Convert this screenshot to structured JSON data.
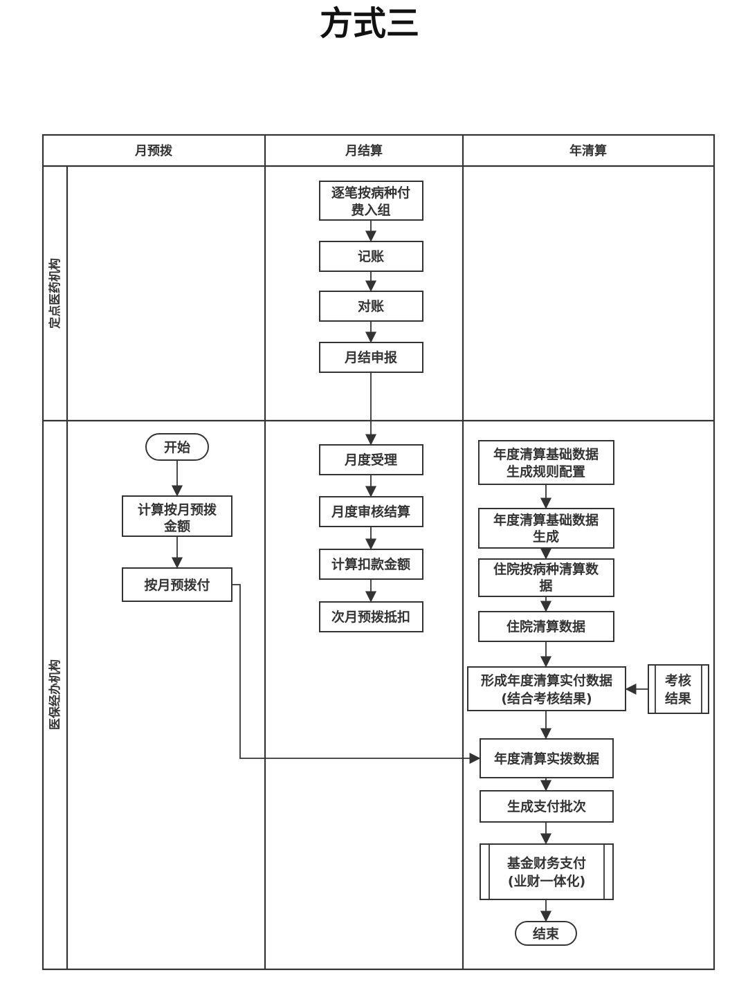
{
  "title": "方式三",
  "columns": [
    "月预拨",
    "月结算",
    "年清算"
  ],
  "lanes": [
    "定点医药机构",
    "医保经办机构"
  ],
  "nodes": {
    "start": "开始",
    "calc_prealloc": [
      "计算按月预拨",
      "金额"
    ],
    "monthly_prepay": "按月预拨付",
    "entry": [
      "逐笔按病种付",
      "费入组"
    ],
    "bookkeeping": "记账",
    "reconcile": "对账",
    "monthly_declare": "月结申报",
    "monthly_accept": "月度受理",
    "monthly_audit": "月度审核结算",
    "calc_deduction": "计算扣款金额",
    "next_month_deduct": "次月预拨抵扣",
    "rule_config": [
      "年度清算基础数据",
      "生成规则配置"
    ],
    "base_data_gen": [
      "年度清算基础数据",
      "生成"
    ],
    "inpatient_disease_data": [
      "住院按病种清算数",
      "据"
    ],
    "inpatient_data": "住院清算数据",
    "form_actual": [
      "形成年度清算实付数据",
      "(结合考核结果)"
    ],
    "assessment": [
      "考核",
      "结果"
    ],
    "actual_allocation": "年度清算实拨数据",
    "payment_batch": "生成支付批次",
    "fund_payment": [
      "基金财务支付",
      "(业财一体化)"
    ],
    "end": "结束"
  }
}
